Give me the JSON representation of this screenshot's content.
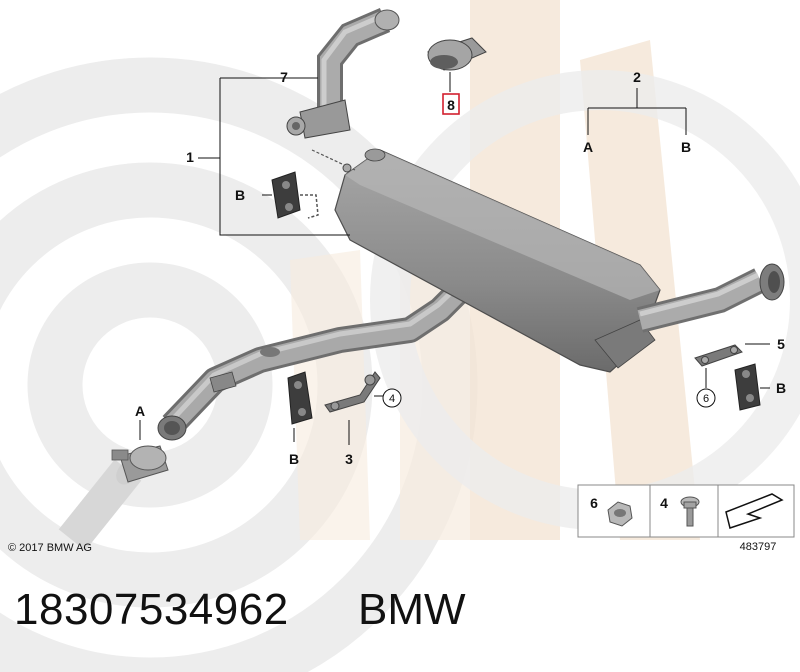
{
  "diagram": {
    "callouts": {
      "c1": "1",
      "c2": "2",
      "c3": "3",
      "c4": "4",
      "c5": "5",
      "c6": "6",
      "c7": "7",
      "c8": "8",
      "a_left": "A",
      "a_group2": "A",
      "b_group2": "B",
      "b_bracket": "B",
      "b_hanger_mid": "B",
      "b_hanger_right": "B"
    },
    "legend": {
      "item6": "6",
      "item4": "4",
      "ref_number": "483797"
    },
    "copyright": "© 2017 BMW AG"
  },
  "footer": {
    "part_number": "18307534962",
    "brand": "BMW"
  },
  "colors": {
    "watermark_grey": "#ececec",
    "watermark_beige": "#f3e3d1",
    "part_grey": "#8f8f8f",
    "highlight_red": "#d2202f"
  }
}
